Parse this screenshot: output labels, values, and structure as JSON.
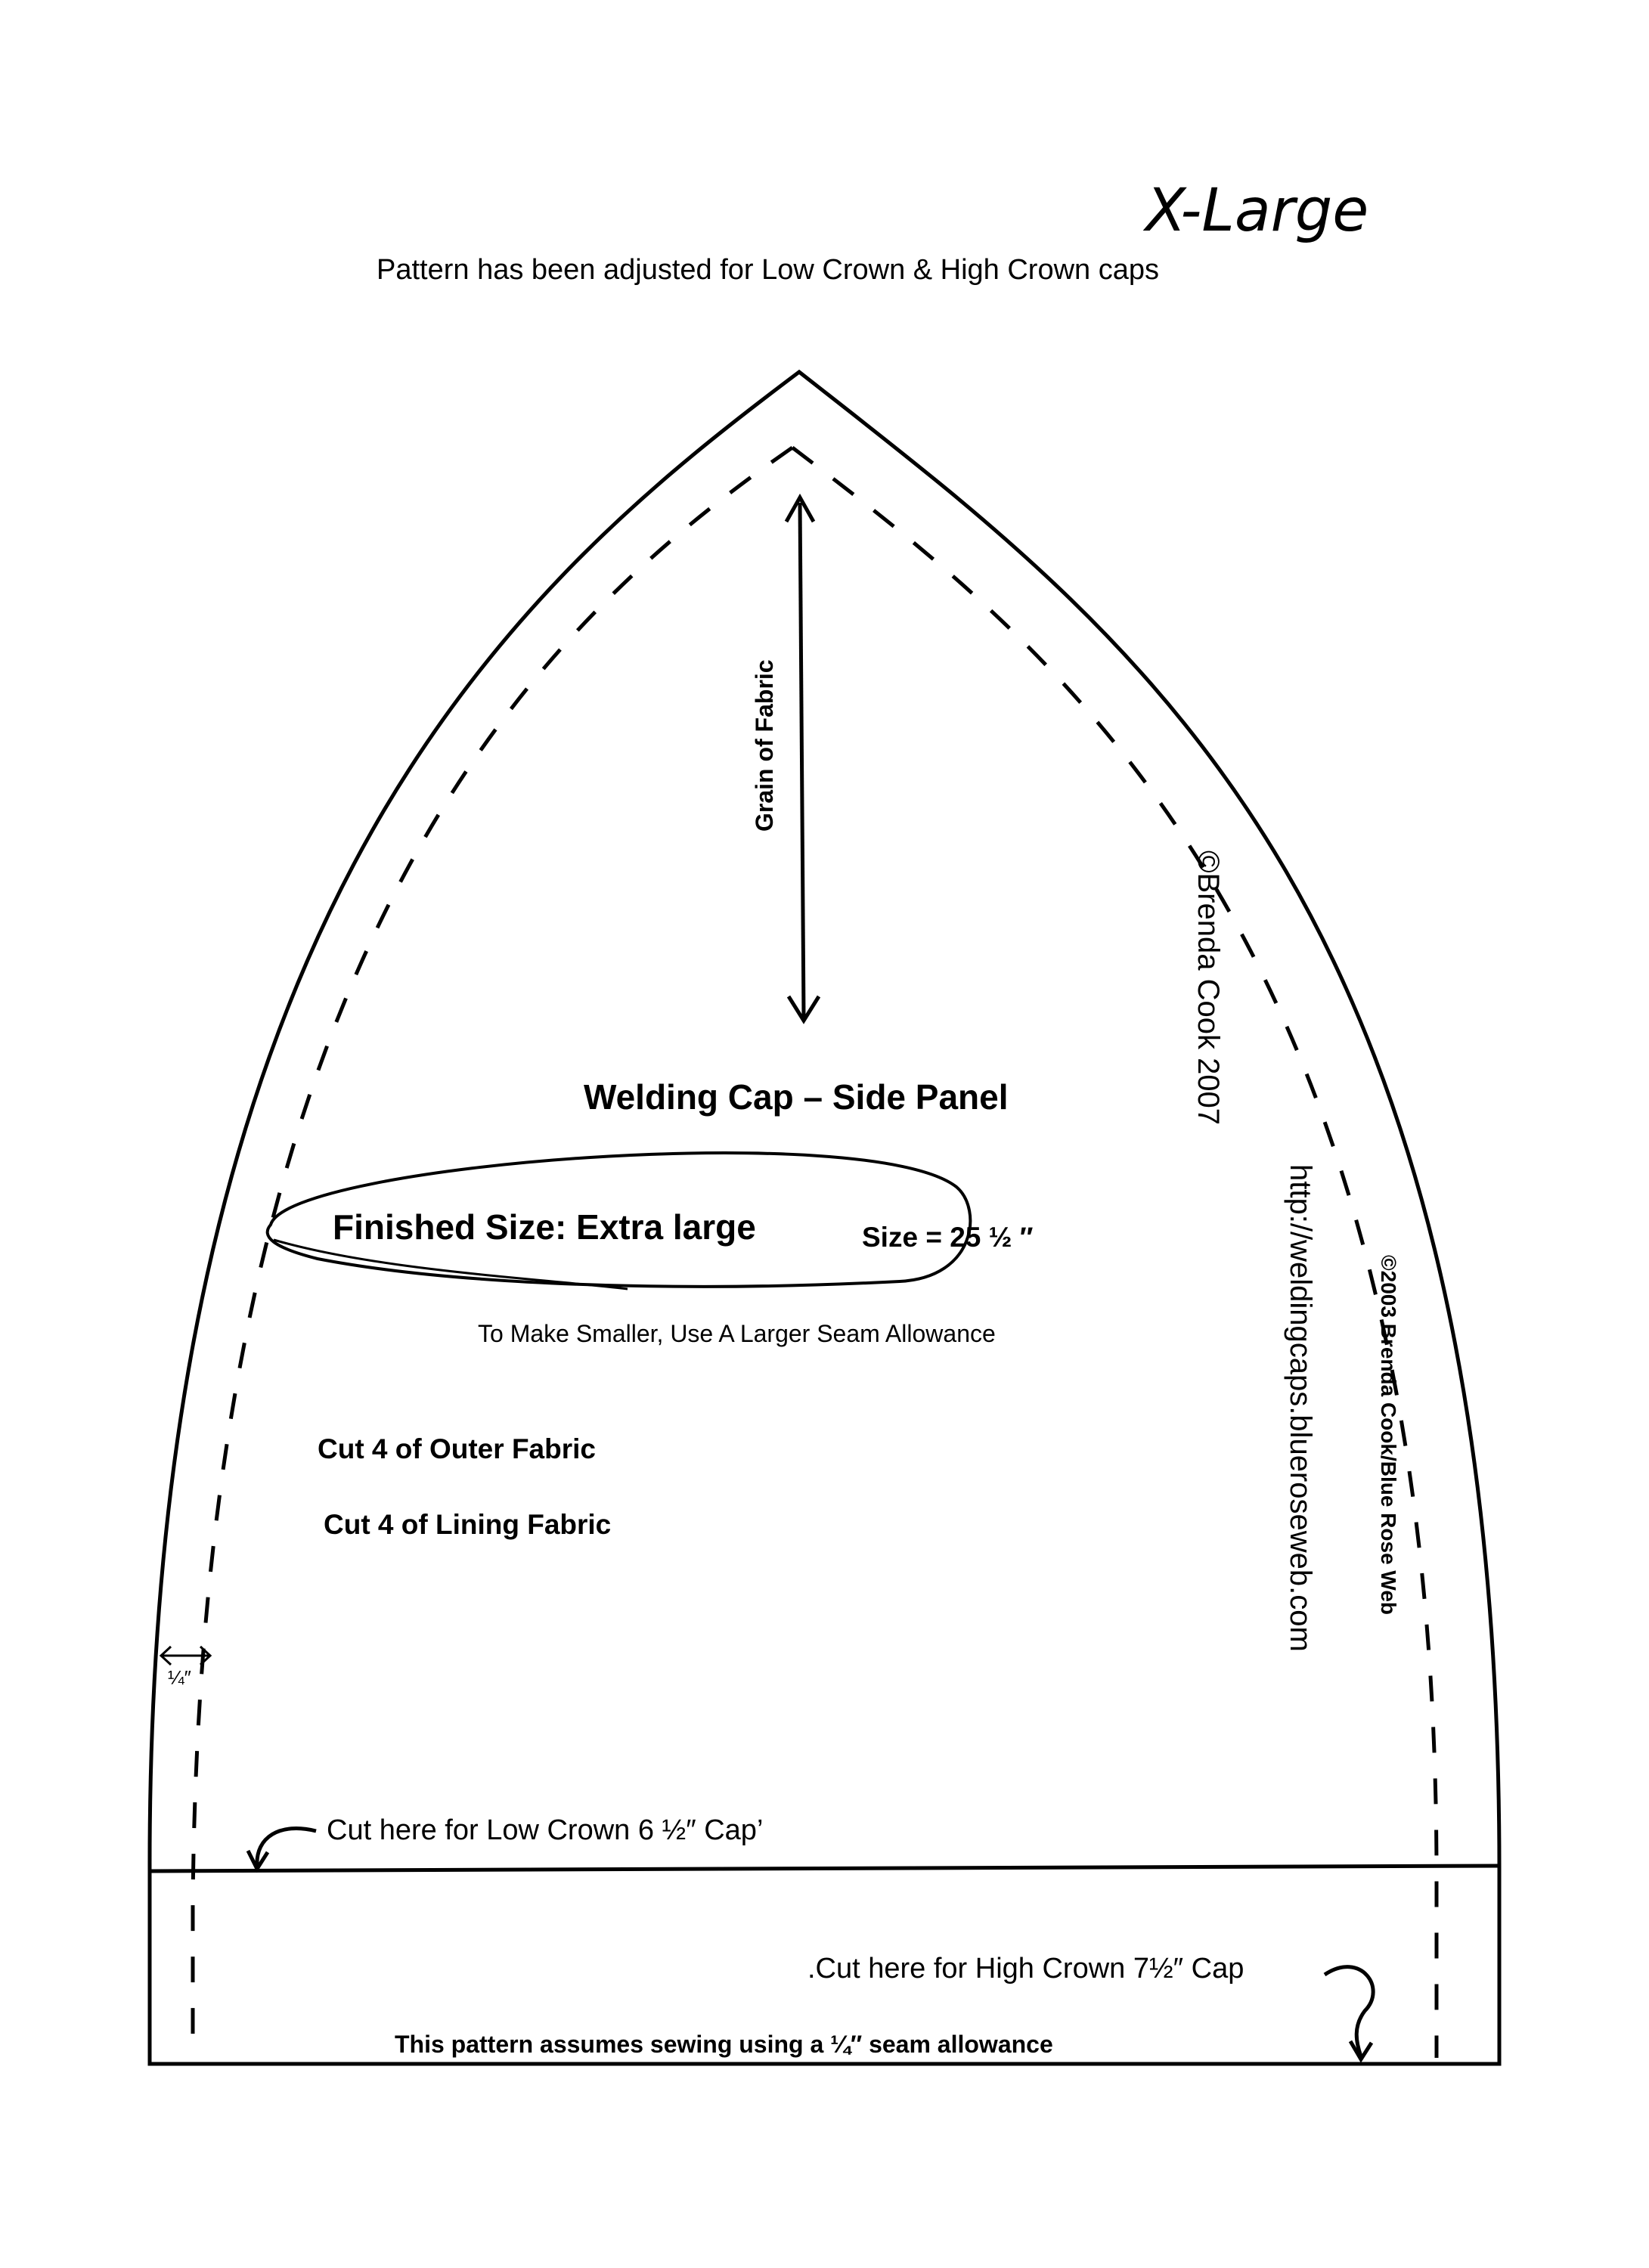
{
  "header": {
    "size_label": "X-Large",
    "adjust_note": "Pattern has been adjusted for Low Crown & High Crown caps"
  },
  "panel": {
    "grain_label": "Grain of Fabric",
    "title": "Welding Cap – Side Panel",
    "finished_size": "Finished Size: Extra large",
    "size_value": "Size = 25 ½ ″",
    "smaller_note": "To Make Smaller, Use A Larger Seam Allowance",
    "cut_outer": "Cut 4 of Outer Fabric",
    "cut_lining": "Cut 4 of Lining Fabric",
    "seam_mark": "¼″",
    "low_crown": "Cut here for Low Crown 6 ½″ Cap’",
    "high_crown": ".Cut here for High Crown 7½″ Cap",
    "assume_note": "This pattern assumes sewing using a ¼″ seam allowance"
  },
  "credits": {
    "copyright_2007": "©Brenda Cook 2007",
    "url": "http://weldingcaps.blueroseweb.com",
    "copyright_2003": "©2003 Brenda Cook/Blue Rose Web"
  }
}
